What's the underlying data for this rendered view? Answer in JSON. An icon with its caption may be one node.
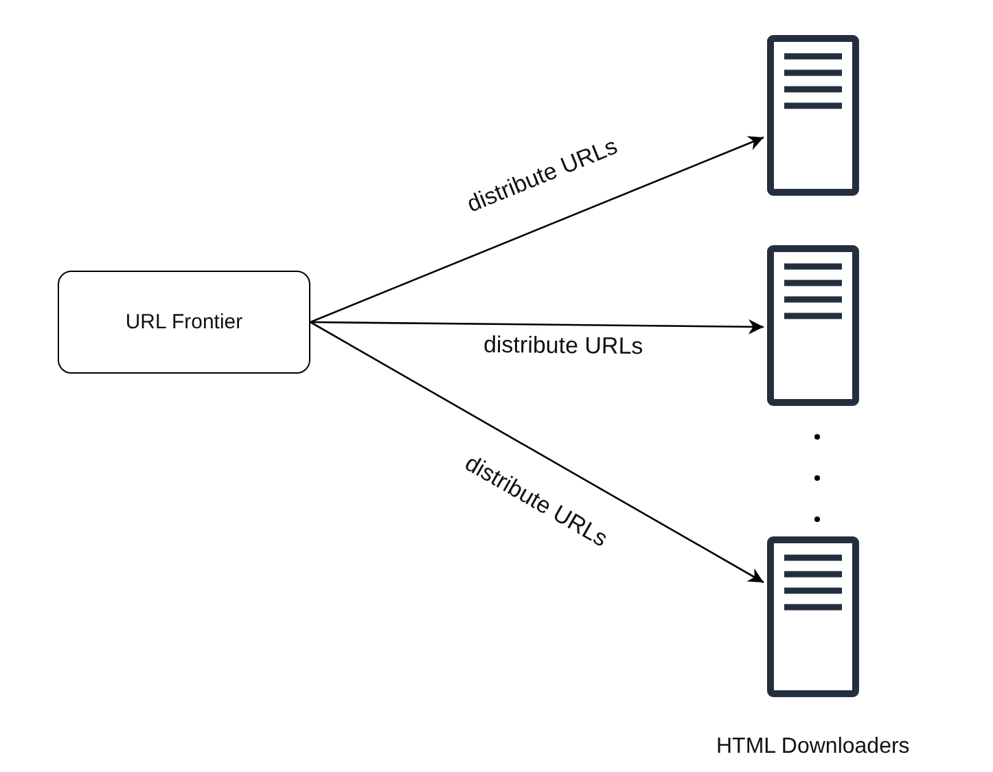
{
  "diagram": {
    "nodes": [
      {
        "text": [
          "URL Frontier"
        ]
      },
      {
        "text": [],
        "shape": "server"
      },
      {
        "text": [],
        "shape": "server"
      },
      {
        "text": [],
        "shape": "server"
      }
    ],
    "edges": [
      {
        "from": 0,
        "to": 1,
        "arrow": "to",
        "label": "distribute URLs"
      },
      {
        "from": 0,
        "to": 2,
        "arrow": "to",
        "label": "distribute URLs"
      },
      {
        "from": 0,
        "to": 3,
        "arrow": "to",
        "label": "distribute URLs"
      }
    ],
    "labels": [
      "HTML Downloaders"
    ]
  }
}
